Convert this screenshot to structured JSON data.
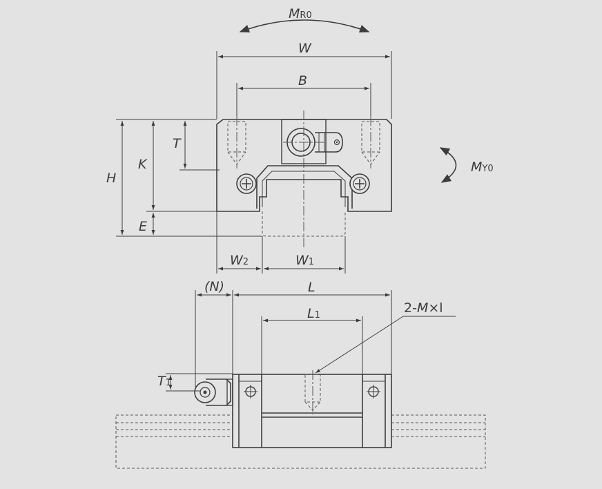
{
  "labels": {
    "mro_main": "M",
    "mro_sub": "R0",
    "myo_main": "M",
    "myo_sub": "Y0",
    "w": "W",
    "b": "B",
    "h": "H",
    "k": "K",
    "t": "T",
    "e": "E",
    "w2_main": "W",
    "w2_sub": "2",
    "w1_main": "W",
    "w1_sub": "1",
    "n": "(N)",
    "l": "L",
    "l1_main": "L",
    "l1_sub": "1",
    "t1_main": "T",
    "t1_sub": "1",
    "tap_prefix": "2-",
    "tap_m": "M",
    "tap_suffix": "×l"
  },
  "colors": {
    "background": "#e3e3e3",
    "line": "#3c3c3c"
  }
}
